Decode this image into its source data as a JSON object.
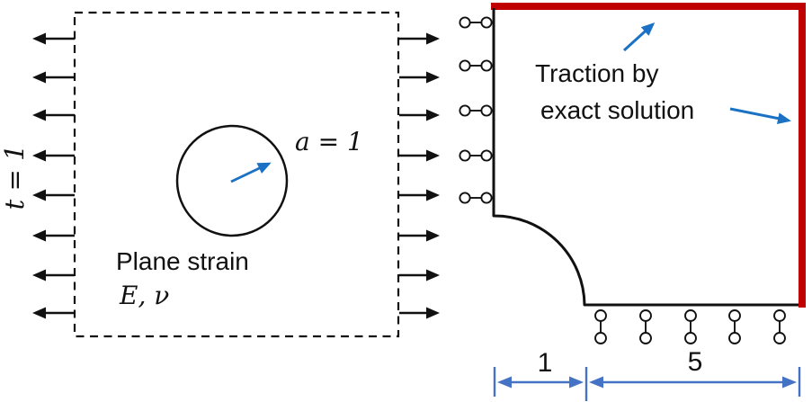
{
  "colors": {
    "ink": "#111111",
    "red": "#c00000",
    "annotation_blue": "#1b72c4",
    "dimension_blue": "#4472c4"
  },
  "left_plate": {
    "traction_label": "t = 1",
    "hole_radius_label": "a = 1",
    "material_label_line1": "Plane strain",
    "material_label_line2": "E, ν"
  },
  "quarter_model": {
    "traction_note_line1": "Traction by",
    "traction_note_line2": "exact solution",
    "hole_dimension": "1",
    "outer_dimension": "5"
  }
}
